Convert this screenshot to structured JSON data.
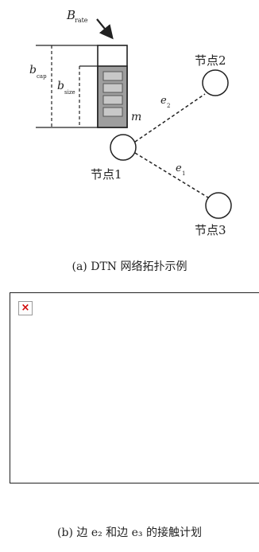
{
  "figure": {
    "labels": {
      "b_rate_main": "B",
      "b_rate_sub": "rate",
      "b_cap_main": "b",
      "b_cap_sub": "cap",
      "b_size_main": "b",
      "b_size_sub": "size",
      "m": "m",
      "e2_main": "e",
      "e2_sub": "2",
      "e1_main": "e",
      "e1_sub": "1",
      "node1": "节点1",
      "node2": "节点2",
      "node3": "节点3"
    },
    "caption_a": "(a) DTN 网络拓扑示例",
    "caption_b": "(b) 边 e₂ 和边 e₃ 的接触计划",
    "broken_image_glyph": "×"
  },
  "colors": {
    "buffer_fill": "#9e9e9e",
    "buffer_slot": "#c8c8c8",
    "ink": "#222222",
    "broken_x": "#d10000"
  }
}
